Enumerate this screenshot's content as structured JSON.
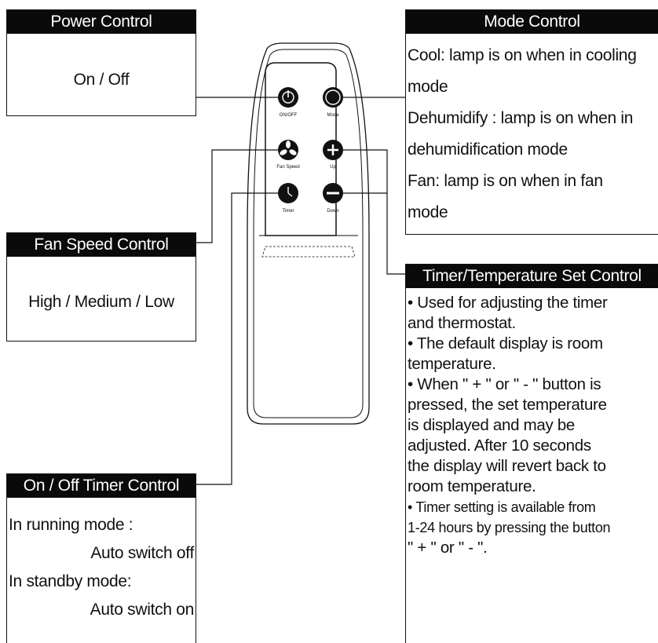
{
  "power_control": {
    "title": "Power Control",
    "text": "On / Off"
  },
  "mode_control": {
    "title": "Mode  Control",
    "lines": [
      "Cool: lamp is on when in cooling",
      "mode",
      "Dehumidify : lamp is on when in",
      "dehumidification mode",
      "Fan:  lamp is on when in fan",
      "mode"
    ]
  },
  "fan_speed_control": {
    "title": "Fan Speed Control",
    "text": "High / Medium /  Low"
  },
  "timer_temperature_control": {
    "title": "Timer/Temperature Set Control",
    "lines": [
      "• Used for adjusting the timer",
      "and thermostat.",
      "• The default display is room",
      "temperature.",
      "• When \" + \" or \" - \" button is",
      "pressed, the set temperature",
      "is displayed and may be",
      "adjusted. After 10 seconds",
      "the display will revert back to",
      "room temperature.",
      "• Timer setting is available from",
      "1-24 hours by pressing the button",
      "\" + \" or \" - \"."
    ]
  },
  "on_off_timer_control": {
    "title": "On / Off Timer Control",
    "lines": [
      "In running mode :",
      "Auto switch off",
      "In standby mode:",
      "Auto switch on"
    ]
  },
  "remote": {
    "buttons": {
      "on_off": "ON/OFF",
      "mode": "Mode",
      "fan_speed": "Fan Speed",
      "up": "Up",
      "timer": "Timer",
      "down": "Down"
    }
  }
}
